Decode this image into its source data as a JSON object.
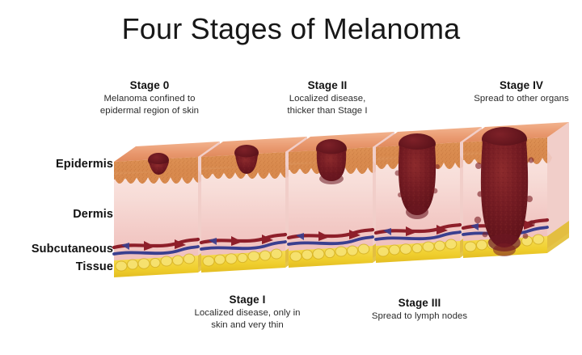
{
  "title": "Four Stages of Melanoma",
  "stages": [
    {
      "id": "stage-0",
      "label": "Stage 0",
      "description_lines": [
        "Melanoma confined to",
        "epidermal region of skin"
      ],
      "position": "top",
      "block_index": 0
    },
    {
      "id": "stage-1",
      "label": "Stage I",
      "description_lines": [
        "Localized disease, only in",
        "skin and very thin"
      ],
      "position": "bottom",
      "block_index": 1
    },
    {
      "id": "stage-2",
      "label": "Stage II",
      "description_lines": [
        "Localized disease,",
        "thicker than Stage I"
      ],
      "position": "top",
      "block_index": 2
    },
    {
      "id": "stage-3",
      "label": "Stage III",
      "description_lines": [
        "Spread to lymph nodes"
      ],
      "position": "bottom",
      "block_index": 3
    },
    {
      "id": "stage-4",
      "label": "Stage IV",
      "description_lines": [
        "Spread to other organs"
      ],
      "position": "top",
      "block_index": 4
    }
  ],
  "layers": [
    {
      "id": "epidermis",
      "label": "Epidermis"
    },
    {
      "id": "dermis",
      "label": "Dermis"
    },
    {
      "id": "subcutaneous",
      "label_line1": "Subcutaneous",
      "label_line2": "Tissue"
    }
  ],
  "colors": {
    "title_text": "#171717",
    "caption_title": "#131313",
    "caption_desc": "#2b2b2b",
    "background": "#ffffff",
    "skin_top_surface": "#e8956b",
    "skin_top_surface_light": "#f0ae88",
    "epidermis_band": "#d98a52",
    "epidermis_speckle": "#c4793f",
    "dermis_upper": "#f3d3cd",
    "dermis_lower": "#f0bfbb",
    "artery_red": "#8e1f2a",
    "vein_blue": "#3a3f8f",
    "fat_yellow": "#f2d23c",
    "fat_yellow_shadow": "#d9b321",
    "tumor_dark": "#6b1420",
    "tumor_mid": "#8f2028",
    "tumor_light": "#a8382f"
  },
  "tumor_depths": {
    "stage-0": "confined to epidermis (shallow surface lesion)",
    "stage-1": "epidermis, slightly thicker",
    "stage-2": "through epidermis into upper dermis",
    "stage-3": "deep into dermis, reaching vessel layer",
    "stage-4": "full thickness, past vessels into subcutaneous fat"
  }
}
